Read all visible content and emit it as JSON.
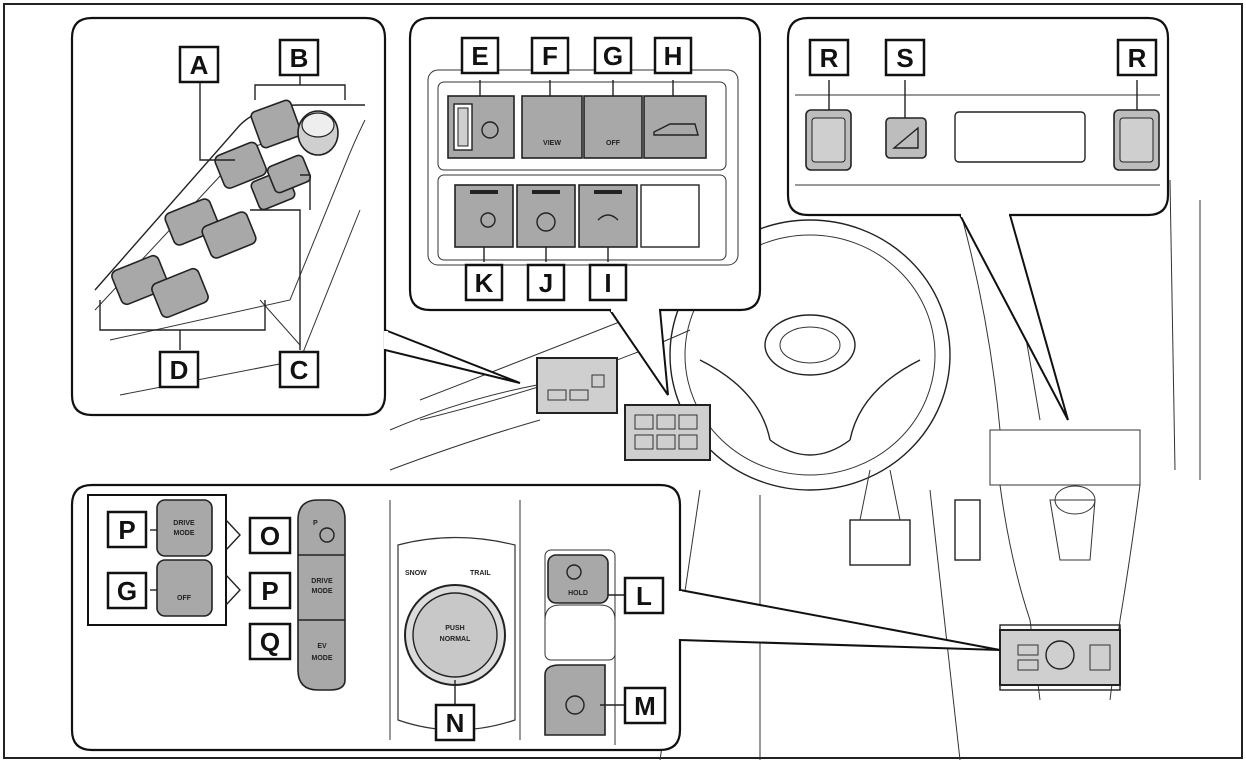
{
  "labels": {
    "A": "A",
    "B": "B",
    "C": "C",
    "D": "D",
    "E": "E",
    "F": "F",
    "G": "G",
    "H": "H",
    "I": "I",
    "J": "J",
    "K": "K",
    "R": "R",
    "S": "S",
    "L": "L",
    "M": "M",
    "N": "N",
    "O": "O",
    "P": "P",
    "Q": "Q"
  },
  "switch_text": {
    "view": "VIEW",
    "off": "OFF",
    "drive_mode_1": "DRIVE",
    "drive_mode_2": "MODE",
    "ev": "EV",
    "mode": "MODE",
    "snow": "SNOW",
    "trail": "TRAIL",
    "push": "PUSH",
    "normal": "NORMAL",
    "hold": "HOLD",
    "p": "P"
  }
}
